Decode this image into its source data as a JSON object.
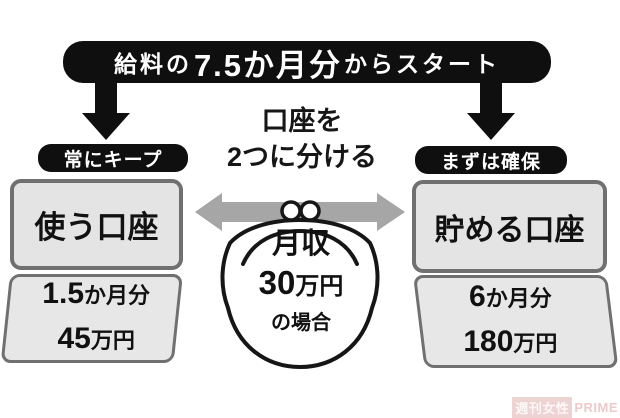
{
  "banner": {
    "prefix": "給料の",
    "highlight": "7.5か月分",
    "suffix": "からスタート"
  },
  "split_label": {
    "line1": "口座を",
    "line2": "2つに分ける"
  },
  "left_account": {
    "tag": "常にキープ",
    "name": "使う口座",
    "months_value": "1.5",
    "months_unit": "か月分",
    "amount_value": "45",
    "amount_unit": "万円"
  },
  "right_account": {
    "tag": "まずは確保",
    "name": "貯める口座",
    "months_value": "6",
    "months_unit": "か月分",
    "amount_value": "180",
    "amount_unit": "万円"
  },
  "purse": {
    "label_top": "月収",
    "amount_value": "30",
    "amount_unit": "万円",
    "label_bottom": "の場合"
  },
  "watermark": {
    "publisher": "週刊女性",
    "brand": "PRIME"
  },
  "colors": {
    "black": "#0f0f0f",
    "box_fill": "#e4e4e4",
    "box_border": "#707070",
    "arrow_gray": "#a6a6a6",
    "watermark_pink": "#eed3d3"
  }
}
